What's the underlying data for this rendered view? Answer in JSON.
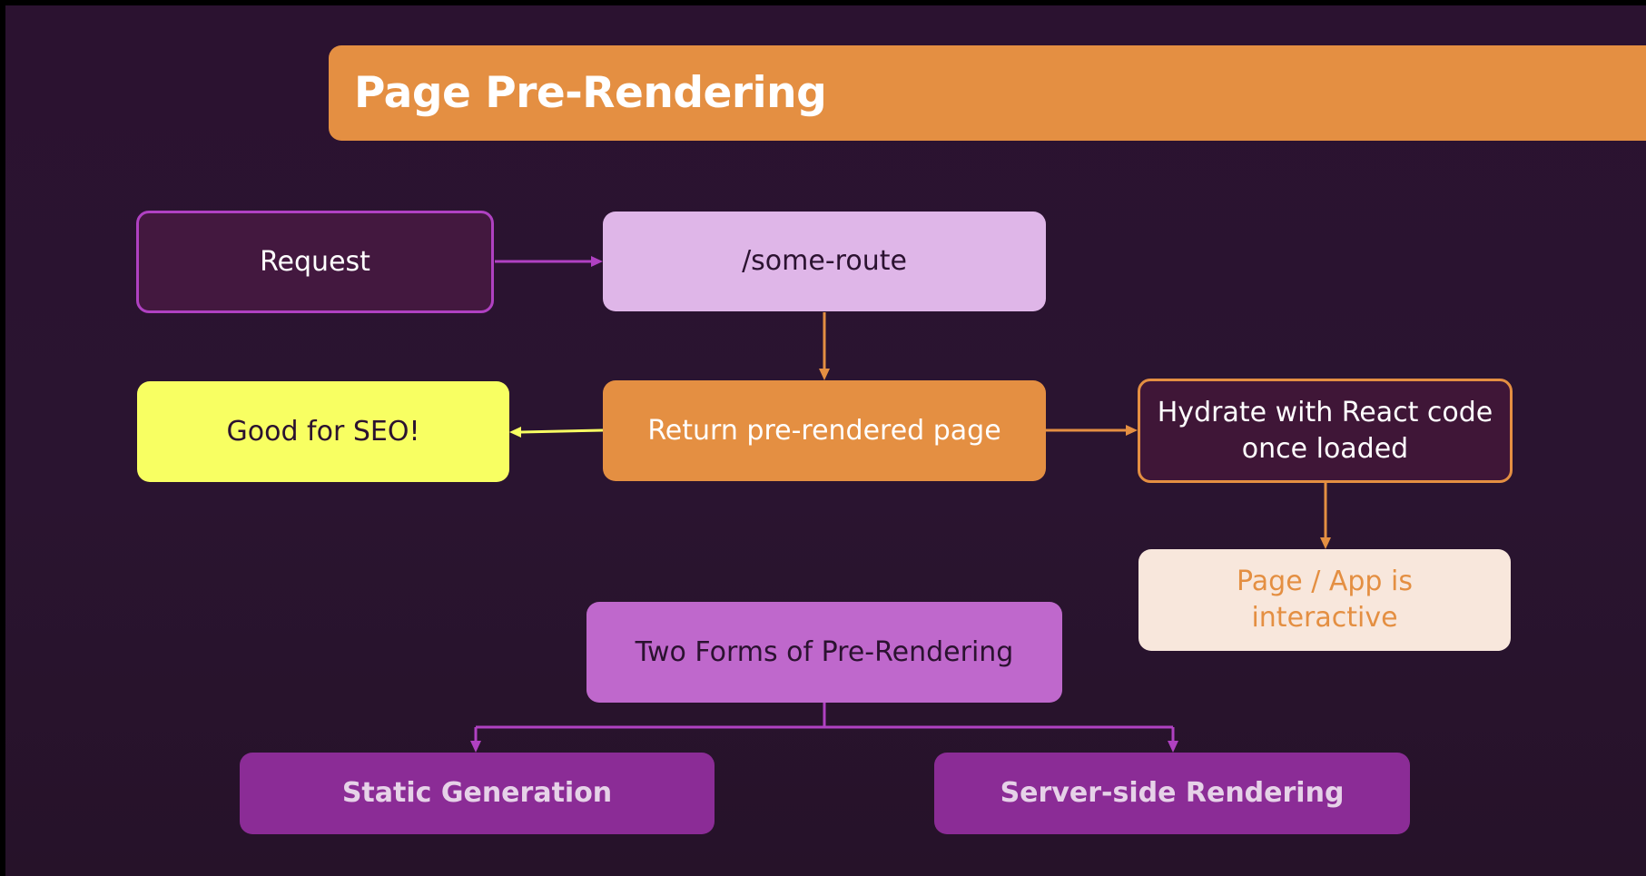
{
  "title": "Page Pre-Rendering",
  "nodes": {
    "request": "Request",
    "route": "/some-route",
    "return_page": "Return pre-rendered page",
    "seo": "Good for SEO!",
    "hydrate": "Hydrate with React code once loaded",
    "interactive": "Page / App is interactive",
    "two_forms": "Two Forms of Pre-Rendering",
    "static_generation": "Static Generation",
    "server_side_rendering": "Server-side Rendering"
  },
  "colors": {
    "background": "#2b1230",
    "accent_orange": "#e48f42",
    "accent_purple": "#b041c2",
    "seo_yellow": "#f8ff62",
    "route_lilac": "#dfb6e8",
    "forms_purple": "#bf68cc",
    "leaf_purple": "#8b2c96"
  }
}
